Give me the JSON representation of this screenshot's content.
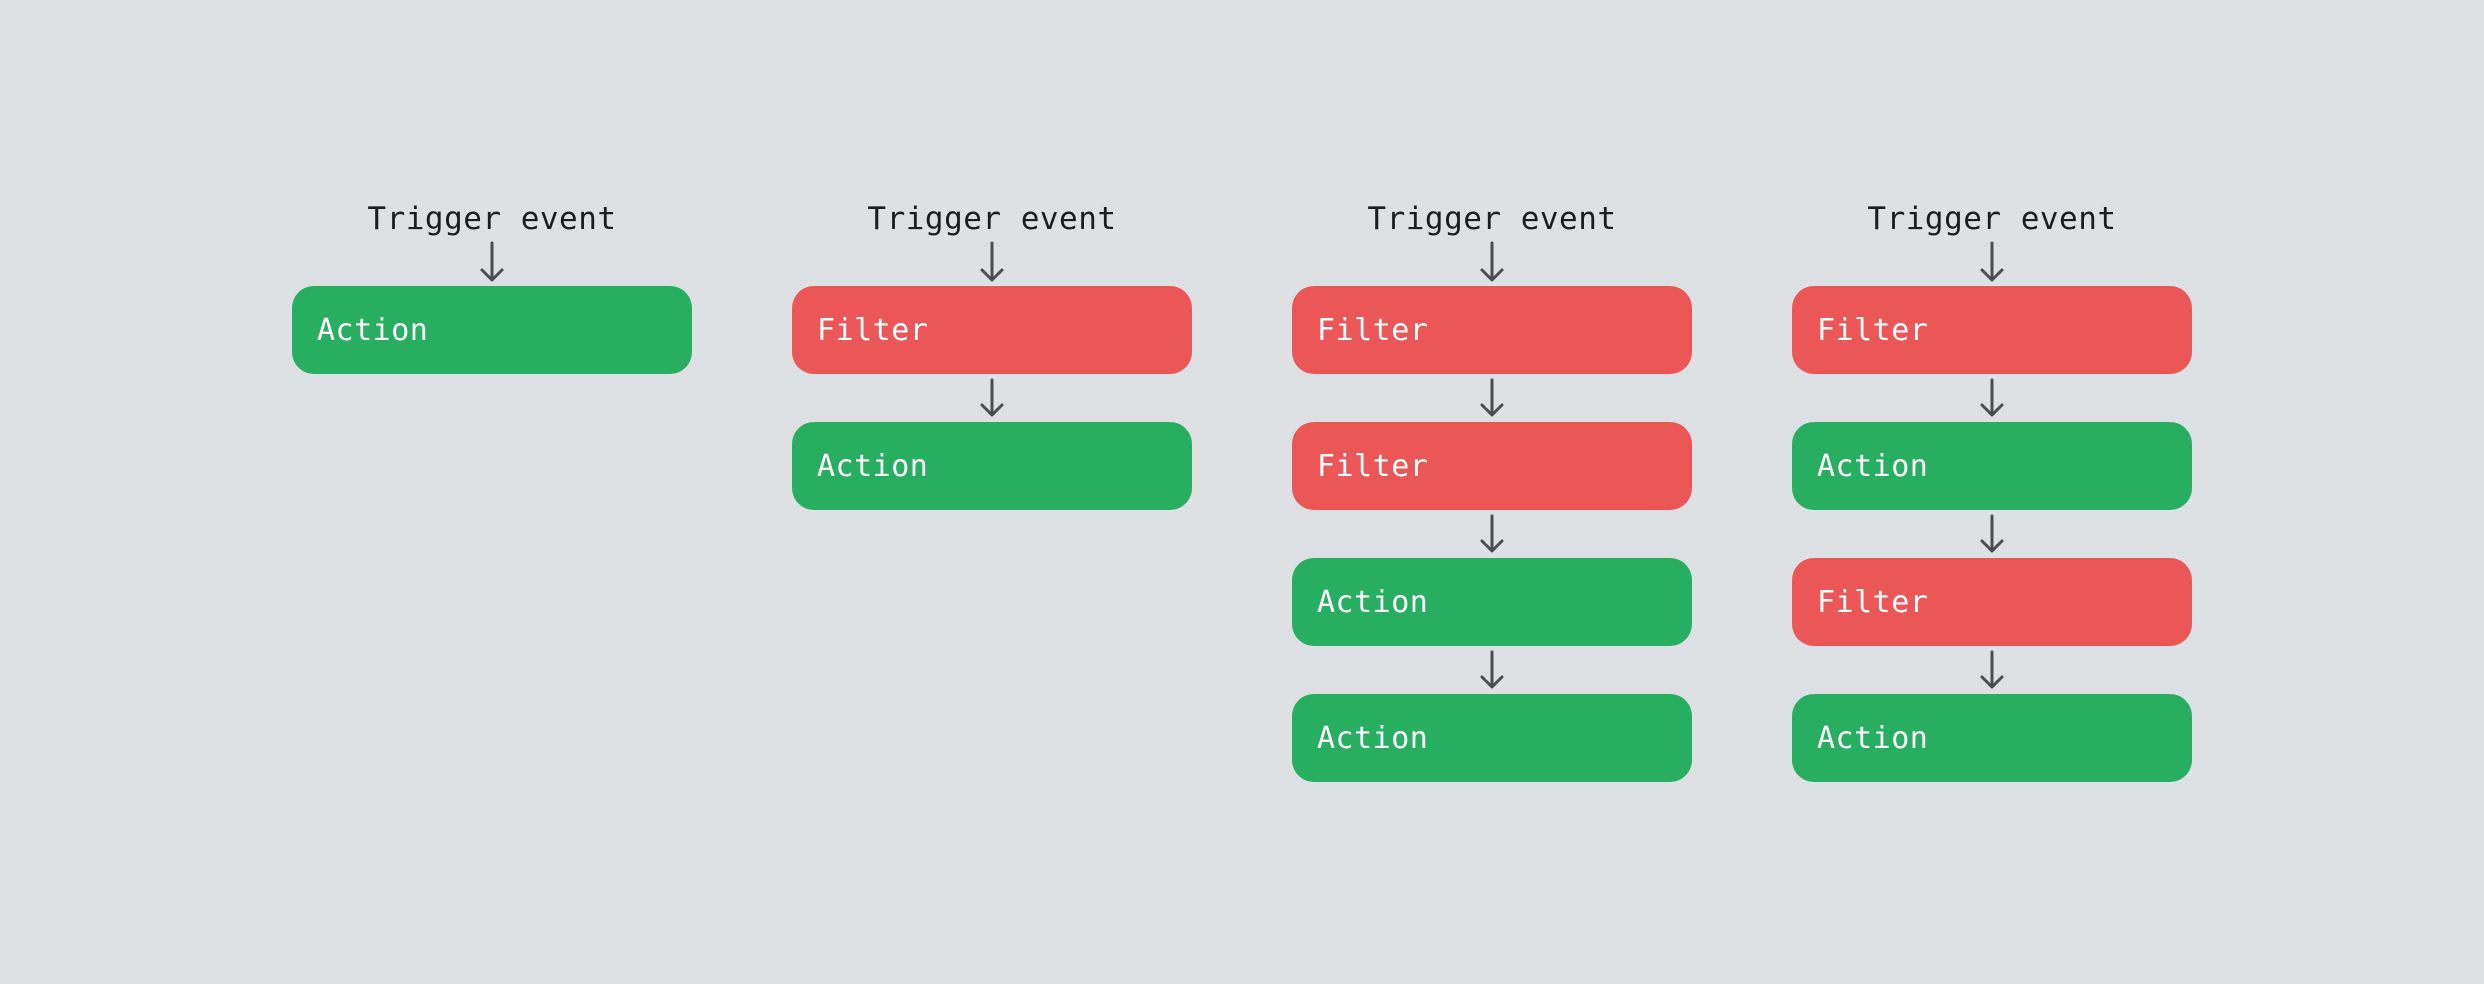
{
  "colors": {
    "background": "#dde1e4",
    "action": "#27ae60",
    "filter": "#eb5757",
    "text": "#1b1d1f",
    "arrow": "#4a4d50"
  },
  "icons": {
    "arrow": "arrow-down-icon"
  },
  "flows": [
    {
      "trigger": "Trigger event",
      "steps": [
        {
          "type": "action",
          "label": "Action"
        }
      ]
    },
    {
      "trigger": "Trigger event",
      "steps": [
        {
          "type": "filter",
          "label": "Filter"
        },
        {
          "type": "action",
          "label": "Action"
        }
      ]
    },
    {
      "trigger": "Trigger event",
      "steps": [
        {
          "type": "filter",
          "label": "Filter"
        },
        {
          "type": "filter",
          "label": "Filter"
        },
        {
          "type": "action",
          "label": "Action"
        },
        {
          "type": "action",
          "label": "Action"
        }
      ]
    },
    {
      "trigger": "Trigger event",
      "steps": [
        {
          "type": "filter",
          "label": "Filter"
        },
        {
          "type": "action",
          "label": "Action"
        },
        {
          "type": "filter",
          "label": "Filter"
        },
        {
          "type": "action",
          "label": "Action"
        }
      ]
    }
  ]
}
